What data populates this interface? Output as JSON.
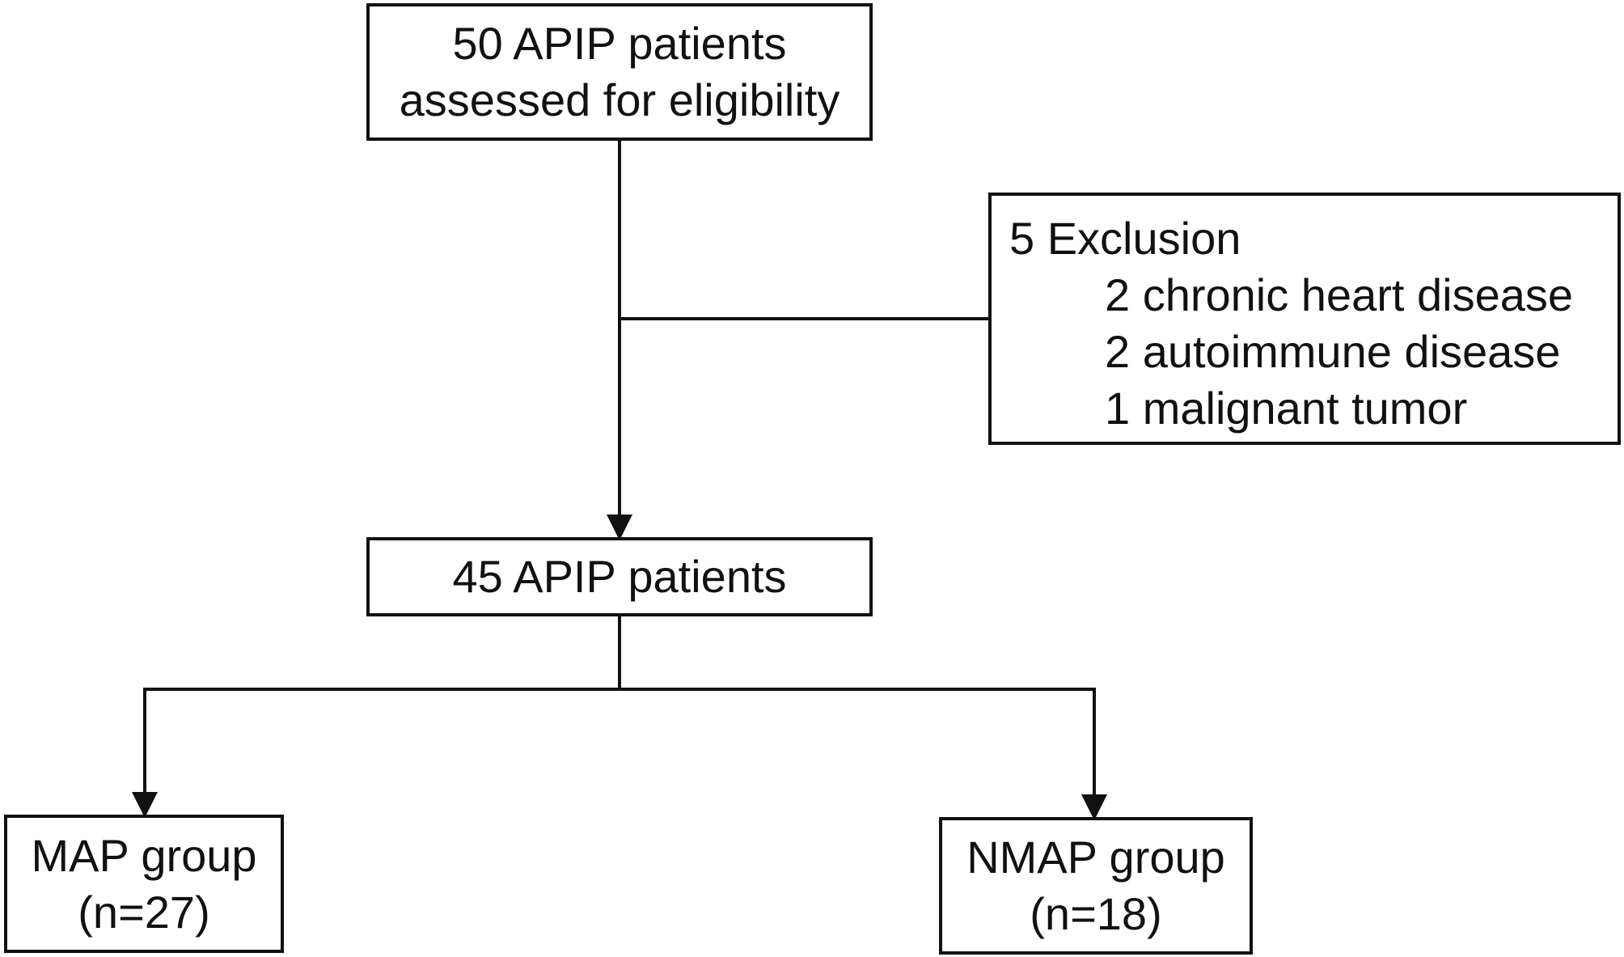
{
  "flow": {
    "assessed": {
      "line1": "50 APIP patients",
      "line2": "assessed for eligibility"
    },
    "exclusion": {
      "title": "5 Exclusion",
      "items": [
        "2 chronic heart disease",
        "2 autoimmune disease",
        "1 malignant tumor"
      ]
    },
    "included": {
      "label": "45 APIP patients"
    },
    "map_group": {
      "line1": "MAP group",
      "line2": "(n=27)"
    },
    "nmap_group": {
      "line1": "NMAP group",
      "line2": "(n=18)"
    }
  },
  "colors": {
    "stroke": "#111111",
    "background": "#ffffff"
  }
}
